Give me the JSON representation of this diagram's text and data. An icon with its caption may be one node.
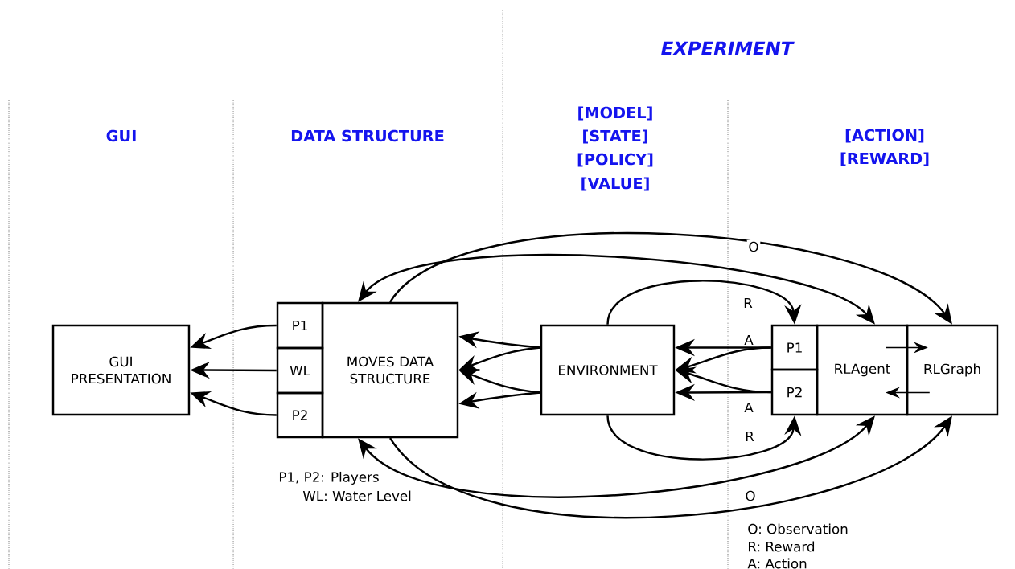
{
  "diagram": {
    "title": "EXPERIMENT",
    "nodes": [
      {
        "text": [
          "GUI PRESENTATION"
        ]
      },
      {
        "text": [
          "P1"
        ]
      },
      {
        "text": [
          "WL"
        ]
      },
      {
        "text": [
          "P2"
        ]
      },
      {
        "text": [
          "MOVES DATA STRUCTURE"
        ]
      },
      {
        "text": [
          "ENVIRONMENT"
        ]
      },
      {
        "text": [
          "P1"
        ]
      },
      {
        "text": [
          "P2"
        ]
      },
      {
        "text": [
          "RLAgent"
        ]
      },
      {
        "text": [
          "RLGraph"
        ]
      }
    ],
    "edges": [
      {
        "from": 1,
        "to": 0,
        "arrow": "to"
      },
      {
        "from": 2,
        "to": 0,
        "arrow": "to"
      },
      {
        "from": 3,
        "to": 0,
        "arrow": "to"
      },
      {
        "from": 5,
        "to": 4,
        "arrow": "to"
      },
      {
        "from": 5,
        "to": 4,
        "arrow": "to"
      },
      {
        "from": 5,
        "to": 4,
        "arrow": "to"
      },
      {
        "from": 5,
        "to": 4,
        "arrow": "to"
      },
      {
        "from": 6,
        "to": 5,
        "arrow": "to",
        "label": "A"
      },
      {
        "from": 6,
        "to": 5,
        "arrow": "to"
      },
      {
        "from": 7,
        "to": 5,
        "arrow": "to"
      },
      {
        "from": 7,
        "to": 5,
        "arrow": "to",
        "label": "A"
      },
      {
        "from": 5,
        "to": 6,
        "arrow": "to",
        "label": "R"
      },
      {
        "from": 5,
        "to": 7,
        "arrow": "to",
        "label": "R"
      },
      {
        "from": 4,
        "to": 8,
        "arrow": "both",
        "label": "O"
      },
      {
        "from": 4,
        "to": 9,
        "arrow": "to"
      },
      {
        "from": 4,
        "to": 8,
        "arrow": "both",
        "label": "O"
      },
      {
        "from": 4,
        "to": 9,
        "arrow": "to"
      },
      {
        "from": 8,
        "to": 9,
        "arrow": "to"
      },
      {
        "from": 9,
        "to": 8,
        "arrow": "to"
      }
    ],
    "labels": [
      "GUI",
      "DATA STRUCTURE",
      "[MODEL]",
      "[STATE]",
      "[POLICY]",
      "[VALUE]",
      "[ACTION]",
      "[REWARD]",
      "P1, P2: Players",
      "WL: Water Level",
      "O: Observation",
      "R: Reward",
      "A: Action"
    ]
  }
}
